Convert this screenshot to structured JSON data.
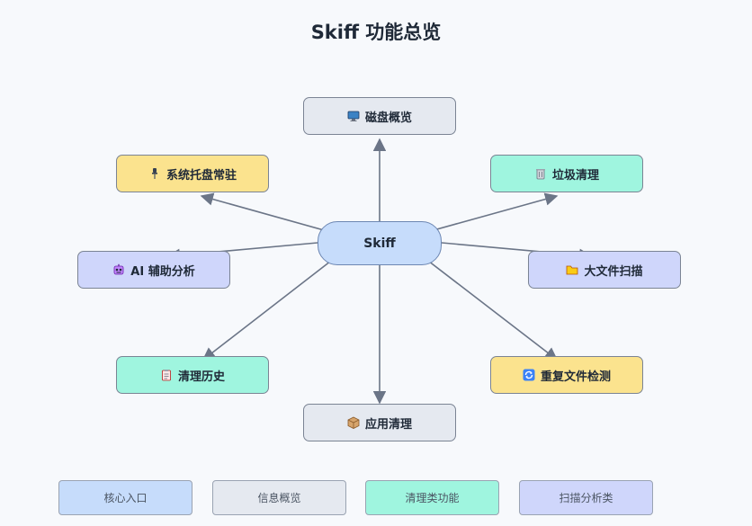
{
  "title": "Skiff 功能总览",
  "center": {
    "label": "Skiff"
  },
  "nodes": {
    "disk_overview": {
      "label": "磁盘概览",
      "icon": "monitor-icon",
      "color": "#e5e9f0"
    },
    "tray": {
      "label": "系统托盘常驻",
      "icon": "pin-icon",
      "color": "#fbe38e"
    },
    "trash": {
      "label": "垃圾清理",
      "icon": "trash-icon",
      "color": "#9ff5df"
    },
    "ai": {
      "label": "AI 辅助分析",
      "icon": "robot-icon",
      "color": "#cfd6fb"
    },
    "big_files": {
      "label": "大文件扫描",
      "icon": "folder-icon",
      "color": "#cfd6fb"
    },
    "history": {
      "label": "清理历史",
      "icon": "clipboard-icon",
      "color": "#9ff5df"
    },
    "duplicates": {
      "label": "重复文件检测",
      "icon": "repeat-icon",
      "color": "#fbe38e"
    },
    "apps": {
      "label": "应用清理",
      "icon": "package-icon",
      "color": "#e5e9f0"
    }
  },
  "legend": [
    {
      "label": "核心入口",
      "color": "#c6dcfb"
    },
    {
      "label": "信息概览",
      "color": "#e5e9f0"
    },
    {
      "label": "清理类功能",
      "color": "#9ff5df"
    },
    {
      "label": "扫描分析类",
      "color": "#cfd6fb"
    }
  ]
}
